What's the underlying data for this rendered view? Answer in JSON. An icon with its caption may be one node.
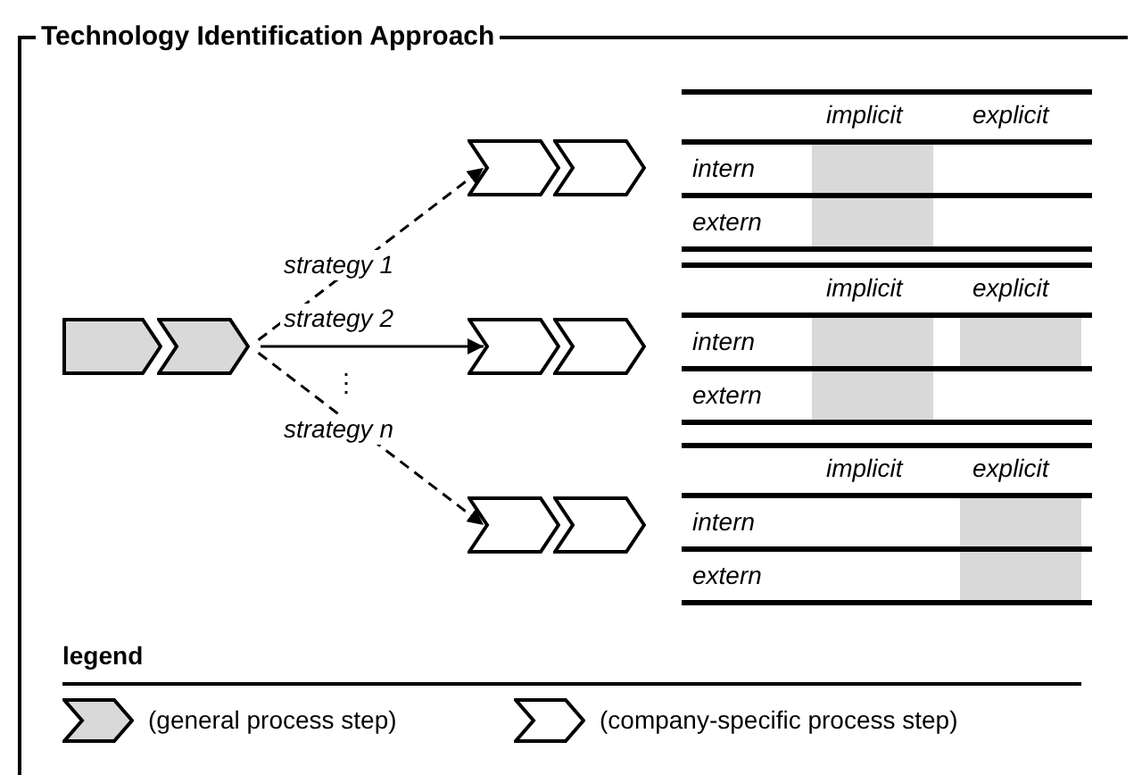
{
  "diagram": {
    "nodes": [
      {
        "text": [
          "Technology Identification Approach"
        ]
      },
      {
        "text": [],
        "shape": "chevron",
        "in": 0
      },
      {
        "text": [],
        "shape": "chevron",
        "in": 0
      },
      {
        "text": [],
        "shape": "chevron",
        "in": 0
      },
      {
        "text": [],
        "shape": "chevron",
        "in": 0
      },
      {
        "text": [],
        "shape": "chevron",
        "in": 0
      },
      {
        "text": [],
        "shape": "chevron",
        "in": 0
      },
      {
        "text": [],
        "shape": "chevron",
        "in": 0
      },
      {
        "text": [],
        "shape": "chevron",
        "in": 0
      }
    ],
    "edges": [
      {
        "from": 2,
        "to": 3,
        "arrow": "to",
        "label": "strategy 1",
        "style": "dashed"
      },
      {
        "from": 2,
        "to": 5,
        "arrow": "to",
        "label": "strategy 2"
      },
      {
        "from": 2,
        "to": 7,
        "arrow": "to",
        "label": "strategy n",
        "style": "dashed"
      }
    ],
    "labels": [
      "implicit",
      "explicit",
      "intern",
      "extern",
      "implicit",
      "explicit",
      "intern",
      "extern",
      "⋮",
      "implicit",
      "explicit",
      "intern",
      "extern",
      "legend"
    ],
    "legend": [
      {
        "text": "(general process step)",
        "color": "#d9d9d9"
      },
      {
        "text": "(company-specific process step)",
        "color": "#ffffff"
      }
    ]
  }
}
